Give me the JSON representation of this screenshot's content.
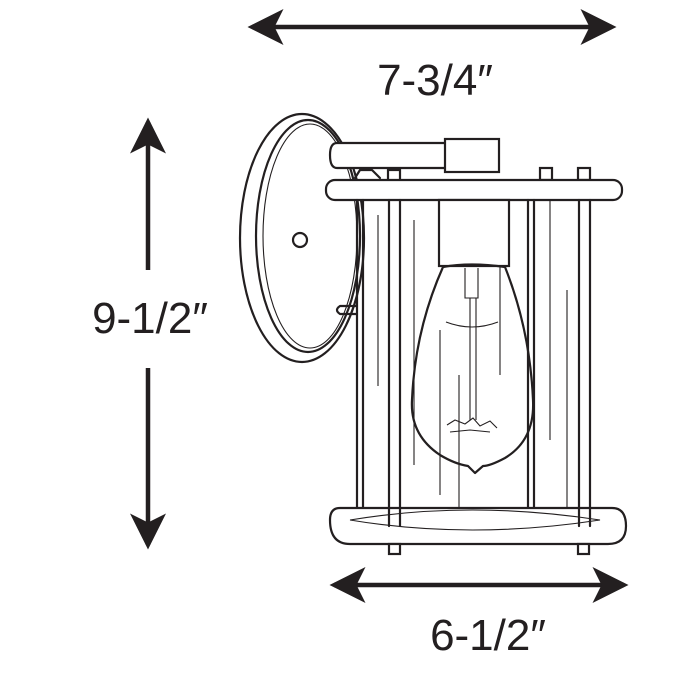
{
  "dimensions": {
    "width": "7-3/4″",
    "height": "9-1/2″",
    "base_width": "6-1/2″"
  },
  "colors": {
    "line": "#231f20",
    "background": "#ffffff"
  }
}
